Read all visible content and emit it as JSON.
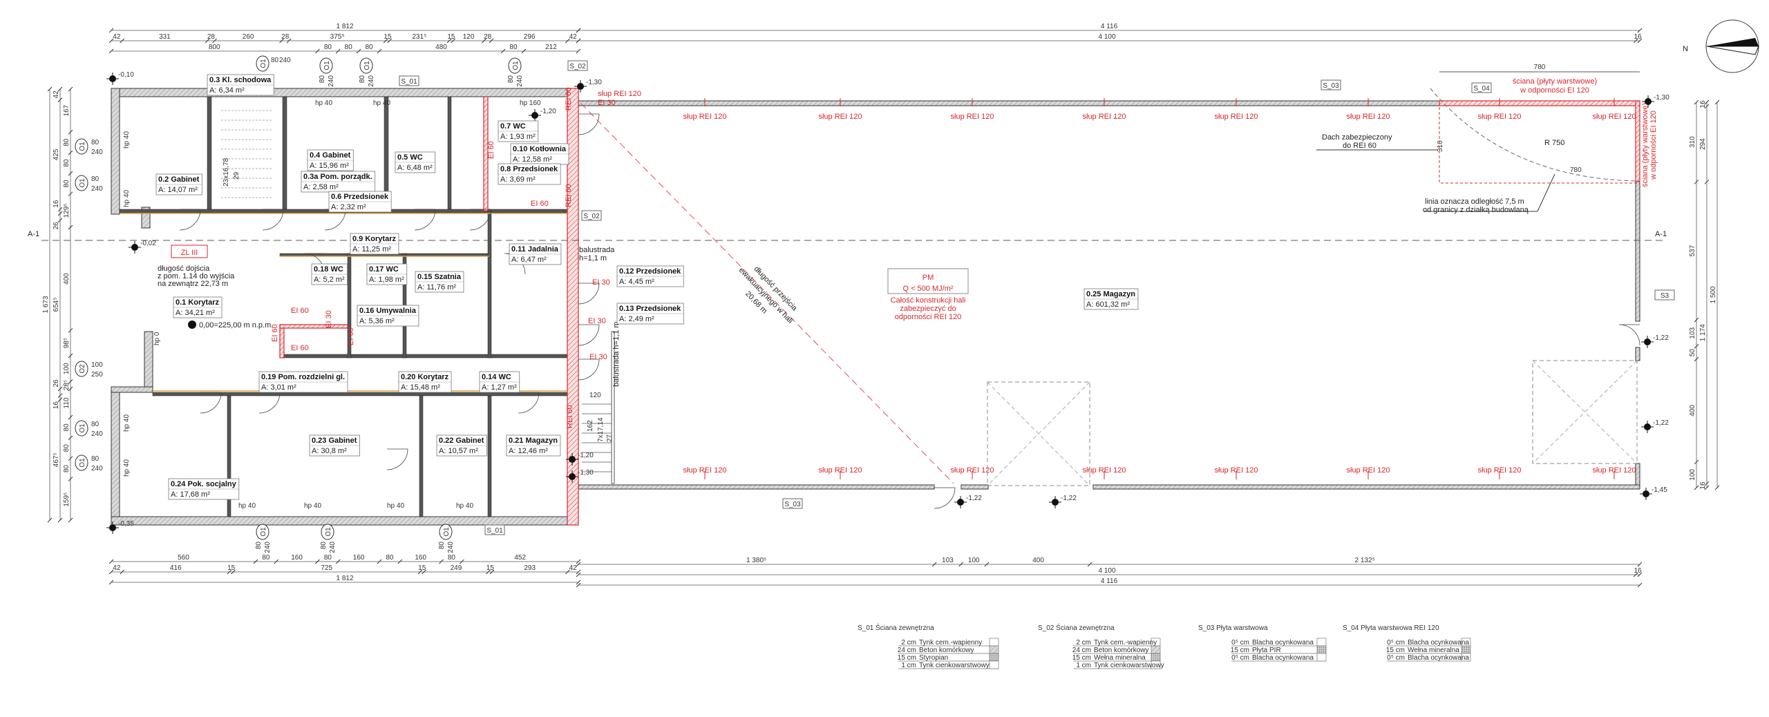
{
  "drawing": {
    "north_label": "N",
    "section_label": "A-1",
    "zone_label": "ZL III",
    "zone_note": [
      "długość dojścia",
      "z pom. 1.14 do wyjścia",
      "na zewnątrz 22,73 m"
    ],
    "datum": "0,00=225,00 m n.p.m.",
    "column_label": "słup REI 120",
    "fire_box": {
      "title": "PM",
      "load": "Q < 500 MJ/m²",
      "note": [
        "Całość konstrukcji hali",
        "zabezpieczyć do",
        "odporności REI 120"
      ]
    },
    "evacuation_note": [
      "długość przejścia",
      "ewakuacyjnego w hali",
      "20,68 m"
    ],
    "roof_note": [
      "Dach zabezpieczony",
      "do REI 60"
    ],
    "boundary_note": [
      "linia oznacza odległość 7,5 m",
      "od granicy z działką budowlaną"
    ],
    "radius_label": "R 750",
    "wall_note": [
      "ściana (płyty warstwowe)",
      "w odporności EI 120"
    ],
    "balustrade": "balustrada h=1,1 m",
    "balustrade_2": [
      "balustrada",
      "h=1,1 m"
    ],
    "stairs_hall": [
      "7x17,14",
      "162",
      "27",
      "120"
    ],
    "stairs_main": [
      "23x16,78",
      "29"
    ],
    "red_band_dim": "780",
    "roof_dims": [
      "310",
      "780"
    ]
  },
  "rooms": [
    {
      "label": "0.3 Kl. schodowa",
      "area": "A: 6,34 m²"
    },
    {
      "label": "0.2 Gabinet",
      "area": "A: 14,07 m²"
    },
    {
      "label": "0.4 Gabinet",
      "area": "A: 15,96 m²"
    },
    {
      "label": "0.3a Pom. porządk.",
      "area": "A: 2,58 m²"
    },
    {
      "label": "0.6 Przedsionek",
      "area": "A: 2,32 m²"
    },
    {
      "label": "0.5 WC",
      "area": "A: 6,48 m²"
    },
    {
      "label": "0.7 WC",
      "area": "A: 1,93 m²"
    },
    {
      "label": "0.10 Kotłownia",
      "area": "A: 12,58 m²"
    },
    {
      "label": "0.8 Przedsionek",
      "area": "A: 3,69 m²"
    },
    {
      "label": "0.9 Korytarz",
      "area": "A: 11,25 m²"
    },
    {
      "label": "0.11 Jadalnia",
      "area": "A: 6,47 m²"
    },
    {
      "label": "0.18 WC",
      "area": "A: 5,2 m²"
    },
    {
      "label": "0.17 WC",
      "area": "A: 1,98 m²"
    },
    {
      "label": "0.15 Szatnia",
      "area": "A: 11,76 m²"
    },
    {
      "label": "0.16 Umywalnia",
      "area": "A: 5,36 m²"
    },
    {
      "label": "0.12 Przedsionek",
      "area": "A: 4,45 m²"
    },
    {
      "label": "0.13 Przedsionek",
      "area": "A: 2,49 m²"
    },
    {
      "label": "0.1 Korytarz",
      "area": "A: 34,21 m²"
    },
    {
      "label": "0.19 Pom. rozdzielni gl.",
      "area": "A: 3,01 m²"
    },
    {
      "label": "0.20 Korytarz",
      "area": "A: 15,48 m²"
    },
    {
      "label": "0.14 WC",
      "area": "A: 1,27 m²"
    },
    {
      "label": "0.23 Gabinet",
      "area": "A: 30,8 m²"
    },
    {
      "label": "0.22 Gabinet",
      "area": "A: 10,57 m²"
    },
    {
      "label": "0.21 Magazyn",
      "area": "A: 12,46 m²"
    },
    {
      "label": "0.24 Pok. socjalny",
      "area": "A: 17,68 m²"
    },
    {
      "label": "0.25 Magazyn",
      "area": "A: 601,32 m²"
    }
  ],
  "fire_labels": [
    "EI 60",
    "EI 60",
    "REI 60",
    "REI 60",
    "EI 60",
    "EI 60",
    "EI 60",
    "EI 30",
    "EI 60",
    "EI 30",
    "EI 30",
    "EI 30",
    "REI 60",
    "słup REI 120",
    "EI 30"
  ],
  "elevations": [
    "-0,10",
    "-0,02",
    "-1,20",
    "-1,30",
    "-1,30",
    "-1,22",
    "-1,22",
    "-1,45",
    "-1,22",
    "-1,22",
    "-1,20",
    "-1,30",
    "-0,35"
  ],
  "tags": [
    "S_01",
    "S_02",
    "S_02",
    "S_01",
    "S_03",
    "S_03",
    "S_04",
    "S3"
  ],
  "windows": [
    {
      "id": "O1",
      "w": "80",
      "h": "240"
    },
    {
      "id": "O1",
      "w": "80",
      "h": "240"
    },
    {
      "id": "O1",
      "w": "80",
      "h": "240"
    },
    {
      "id": "O1",
      "w": "80",
      "h": "240"
    },
    {
      "id": "O1",
      "w": "80",
      "h": "240"
    },
    {
      "id": "O1",
      "w": "80",
      "h": "240"
    },
    {
      "id": "O1",
      "w": "80",
      "h": "240"
    },
    {
      "id": "O1",
      "w": "80",
      "h": "240"
    },
    {
      "id": "O2",
      "w": "100",
      "h": "250"
    },
    {
      "id": "O1",
      "w": "80",
      "h": "240"
    },
    {
      "id": "O1",
      "w": "80",
      "h": "240"
    },
    {
      "id": "O1",
      "w": "80",
      "h": "240"
    }
  ],
  "sill_labels": [
    "hp 40",
    "hp 40",
    "hp 40",
    "hp 40",
    "hp 160",
    "hp 40",
    "hp 40",
    "hp 0",
    "hp 40",
    "hp 40",
    "hp 40",
    "hp 40"
  ],
  "dimensions": {
    "top_left": [
      [
        "1 812"
      ],
      [
        "42",
        "331",
        "28",
        "260",
        "28",
        "375⁵",
        "15",
        "231⁵",
        "15",
        "120",
        "28",
        "296",
        "42"
      ],
      [
        "800",
        "80",
        "80",
        "80",
        "480",
        "80",
        "212"
      ]
    ],
    "top_right": [
      [
        "4 116"
      ],
      [
        "4 100",
        "16"
      ]
    ],
    "bottom_left": [
      [
        "560",
        "80",
        "160",
        "80",
        "160",
        "80",
        "160",
        "80",
        "452"
      ],
      [
        "42",
        "416",
        "15",
        "725",
        "15",
        "249",
        "15",
        "293",
        "42"
      ],
      [
        "1 812"
      ]
    ],
    "bottom_right": [
      [
        "1 380⁵",
        "103",
        "100",
        "400",
        "2 132⁵"
      ],
      [
        "4 100",
        "16"
      ],
      [
        "4 116"
      ]
    ],
    "left": [
      [
        "1 673"
      ],
      [
        "42",
        "425",
        "16",
        "26",
        "654⁵",
        "26",
        "16",
        "467⁵"
      ],
      [
        "167",
        "80",
        "80",
        "80",
        "129⁵",
        "400",
        "98⁵",
        "100",
        "28⁵",
        "110",
        "80",
        "80",
        "80",
        "159⁵"
      ]
    ],
    "right": [
      [
        "310",
        "537",
        "103",
        "50",
        "400",
        "100"
      ],
      [
        "16",
        "294",
        "1 174",
        "16"
      ],
      [
        "1 500"
      ]
    ]
  },
  "legend": [
    {
      "title": "S_01 Ściana zewnętrzna",
      "layers": [
        [
          "2 cm",
          "Tynk cem.-wapienny"
        ],
        [
          "24 cm",
          "Beton komórkowy"
        ],
        [
          "15 cm",
          "Styropian"
        ],
        [
          "1 cm",
          "Tynk cienkowarstwowy"
        ]
      ]
    },
    {
      "title": "S_02 Ściana zewnętrzna",
      "layers": [
        [
          "2 cm",
          "Tynk cem.-wapienny"
        ],
        [
          "24 cm",
          "Beton komórkowy"
        ],
        [
          "15 cm",
          "Wełna mineralna"
        ],
        [
          "1 cm",
          "Tynk cienkowarstwowy"
        ]
      ]
    },
    {
      "title": "S_03 Płyta warstwowa",
      "layers": [
        [
          "0⁵ cm",
          "Blacha ocynkowana"
        ],
        [
          "15 cm",
          "Płyta PIR"
        ],
        [
          "0⁵ cm",
          "Blacha ocynkowana"
        ]
      ]
    },
    {
      "title": "S_04 Płyta warstwowa REI 120",
      "layers": [
        [
          "0⁵ cm",
          "Blacha ocynkowana"
        ],
        [
          "15 cm",
          "Wełna mineralna"
        ],
        [
          "0⁵ cm",
          "Blacha ocynkowana"
        ]
      ]
    }
  ],
  "colors": {
    "fire": "#d8262c",
    "wall": "#9a9a9a",
    "line": "#333333",
    "corridor_edge": "#e0a040"
  }
}
